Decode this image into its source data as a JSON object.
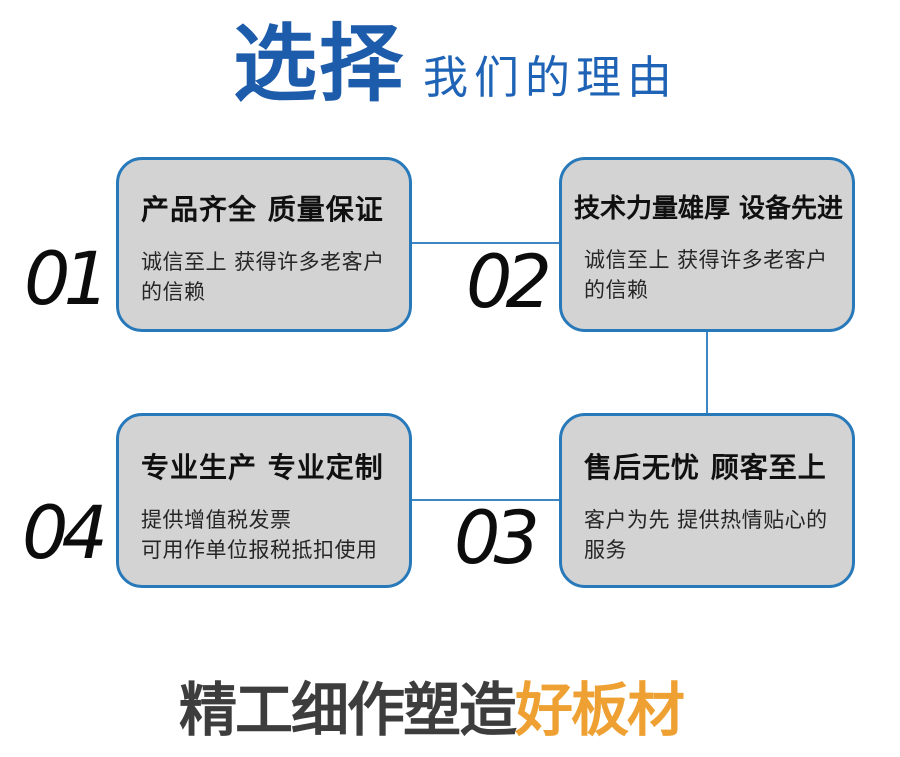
{
  "header": {
    "title_main": "选择",
    "title_sub": "我们的理由"
  },
  "cards": [
    {
      "number": "01",
      "title": "产品齐全 质量保证",
      "desc": "诚信至上 获得许多老客户\n的信赖"
    },
    {
      "number": "02",
      "title": "技术力量雄厚 设备先进",
      "desc": "诚信至上 获得许多老客户\n的信赖"
    },
    {
      "number": "03",
      "title": "售后无忧 顾客至上",
      "desc": "客户为先 提供热情贴心的\n服务"
    },
    {
      "number": "04",
      "title": "专业生产 专业定制",
      "desc": "提供增值税发票\n可用作单位报税抵扣使用"
    }
  ],
  "footer": {
    "slogan_prefix": "精工细作塑造",
    "slogan_highlight": "好板材"
  },
  "colors": {
    "title_blue": "#1d5bab",
    "subtitle_blue": "#1e63b5",
    "card_border_blue": "#2879ba",
    "card_fill_gray": "#d3d3d3",
    "connector_blue": "#3e86c4",
    "slogan_gray": "#3d3d3d",
    "slogan_orange": "#eea132",
    "number_black": "#0c0c0c"
  }
}
